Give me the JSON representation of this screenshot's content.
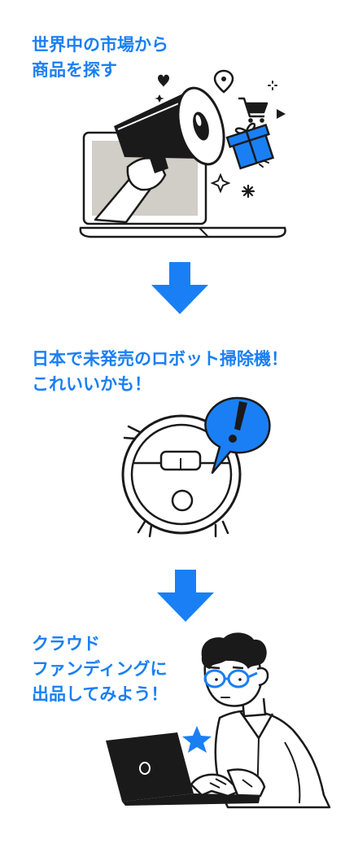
{
  "steps": [
    {
      "title": "世界中の市場から\n商品を探す",
      "illustration": "megaphone-laptop-illustration"
    },
    {
      "title": "日本で未発売のロボット掃除機！\nこれいいかも！",
      "illustration": "robot-vacuum-illustration"
    },
    {
      "title": "クラウド\nファンディングに\n出品してみよう！",
      "illustration": "person-laptop-illustration"
    }
  ],
  "arrow_icon": "down-arrow-icon",
  "colors": {
    "accent": "#1a7ff5",
    "ink": "#1a1a1a",
    "screen_fill": "#d1cdc7",
    "background": "#ffffff"
  }
}
